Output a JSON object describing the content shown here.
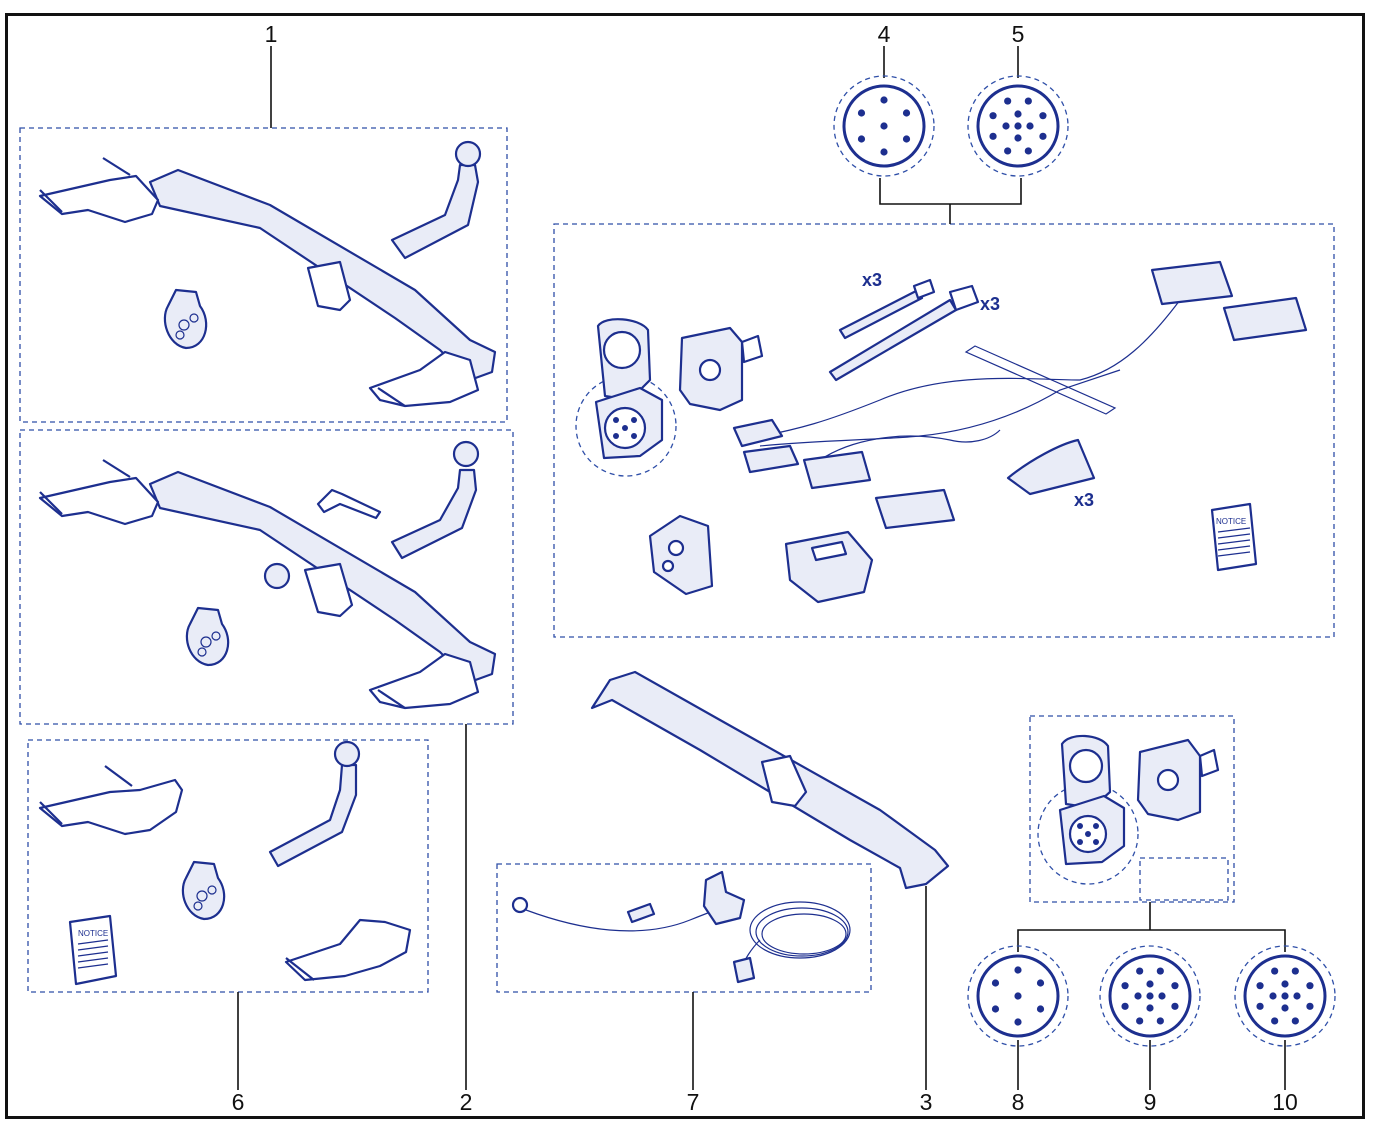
{
  "callouts": {
    "c1": "1",
    "c2": "2",
    "c3": "3",
    "c4": "4",
    "c5": "5",
    "c6": "6",
    "c7": "7",
    "c8": "8",
    "c9": "9",
    "c10": "10"
  },
  "quantity_labels": {
    "ties_small": "x3",
    "ties_large": "x3",
    "clips": "x3"
  },
  "notice_labels": {
    "harness_kit": "NOTICE",
    "towbar_kit": "NOTICE"
  },
  "colors": {
    "line_art": "#1d2f8f",
    "frame": "#111111",
    "dashed_group": "#2f4fa8"
  },
  "socket_pins": {
    "c4": 7,
    "c5": 13,
    "c8": 7,
    "c9": 13,
    "c10": 13
  }
}
